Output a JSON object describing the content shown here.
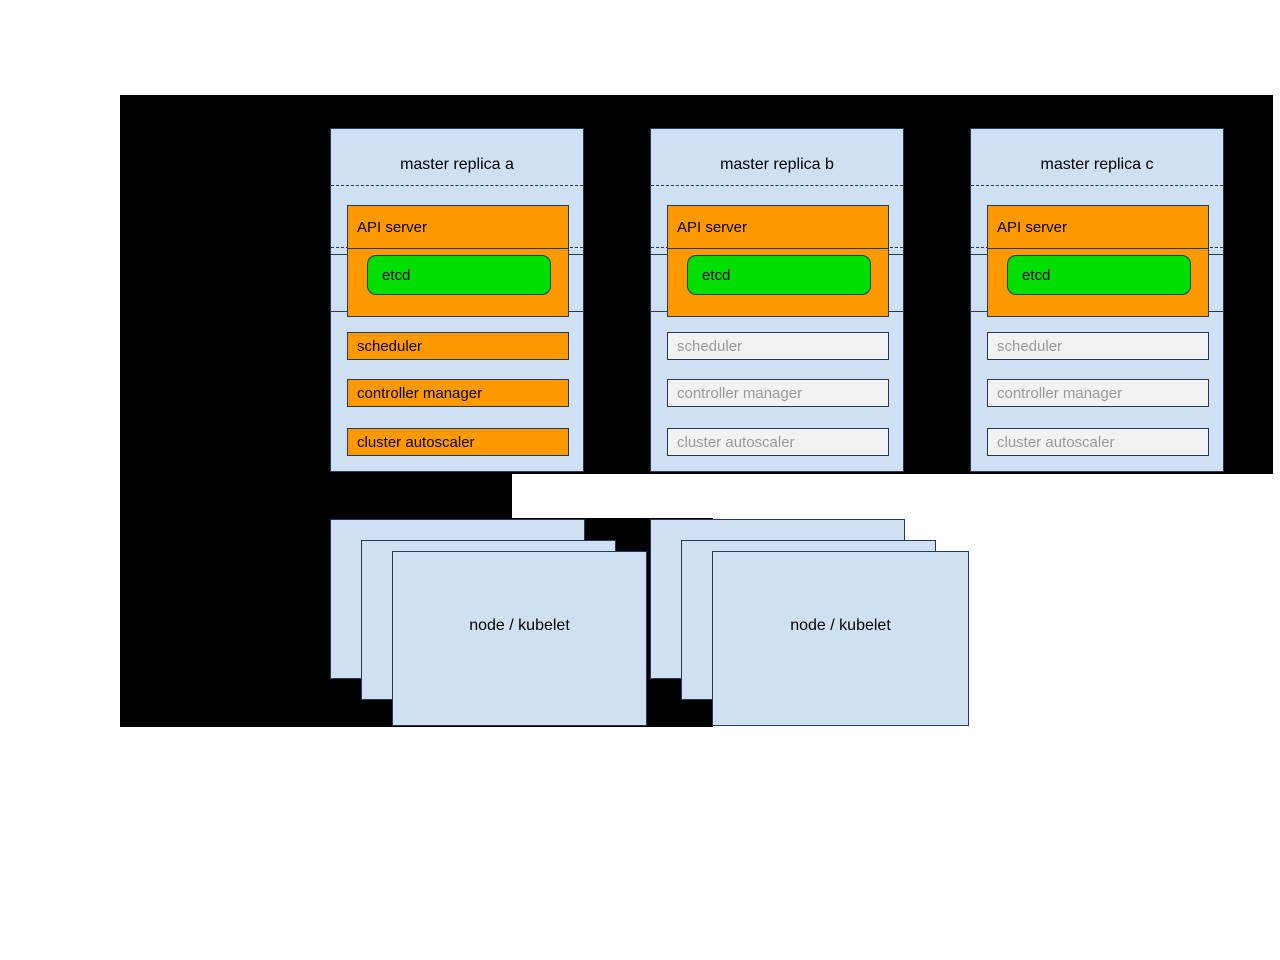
{
  "diagram": {
    "title_text": "",
    "colors": {
      "backdrop": "#000000",
      "card_fill": "#cfe0f2",
      "card_stroke": "#23395b",
      "active_component": "#ff9900",
      "inactive_component": "#f2f2f2",
      "inactive_text": "#999999",
      "etcd": "#00e000"
    },
    "master_replicas": [
      {
        "id": "a",
        "title": "master replica a",
        "api_server_label": "API server",
        "etcd_label": "etcd",
        "components": [
          {
            "label": "scheduler",
            "state": "active"
          },
          {
            "label": "controller manager",
            "state": "active"
          },
          {
            "label": "cluster autoscaler",
            "state": "active"
          }
        ]
      },
      {
        "id": "b",
        "title": "master replica b",
        "api_server_label": "API server",
        "etcd_label": "etcd",
        "components": [
          {
            "label": "scheduler",
            "state": "inactive"
          },
          {
            "label": "controller manager",
            "state": "inactive"
          },
          {
            "label": "cluster autoscaler",
            "state": "inactive"
          }
        ]
      },
      {
        "id": "c",
        "title": "master replica c",
        "api_server_label": "API server",
        "etcd_label": "etcd",
        "components": [
          {
            "label": "scheduler",
            "state": "inactive"
          },
          {
            "label": "controller manager",
            "state": "inactive"
          },
          {
            "label": "cluster autoscaler",
            "state": "inactive"
          }
        ]
      }
    ],
    "node_groups": [
      {
        "id": "group-1",
        "label": "node / kubelet",
        "stack_count": 3
      },
      {
        "id": "group-2",
        "label": "node / kubelet",
        "stack_count": 3
      }
    ]
  }
}
